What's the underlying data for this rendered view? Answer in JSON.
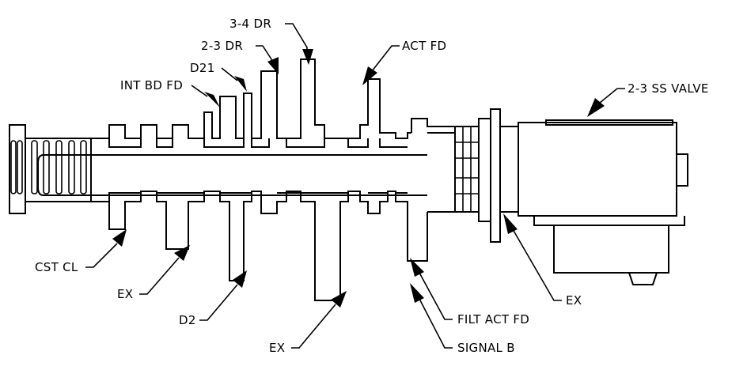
{
  "diagram": {
    "labels": {
      "act_34dr": "3-4 DR",
      "act_23dr": "2-3 DR",
      "d21": "D21",
      "int_bd_fd": "INT BD FD",
      "act_fd": "ACT FD",
      "ss_valve": "2-3 SS VALVE",
      "cst_cl": "CST CL",
      "ex_1": "EX",
      "d2": "D2",
      "ex_2": "EX",
      "ex_3": "EX",
      "filt_act_fd": "FILT ACT FD",
      "signal_b": "SIGNAL B"
    }
  }
}
